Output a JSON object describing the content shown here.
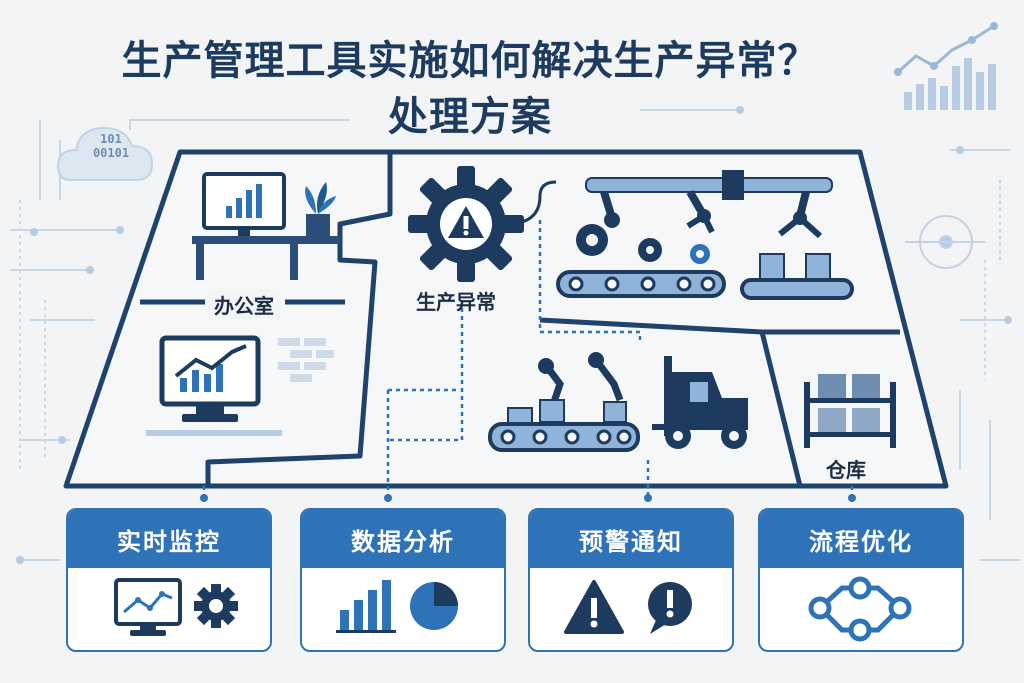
{
  "title": {
    "line1": "生产管理工具实施如何解决生产异常？",
    "line2": "处理方案"
  },
  "cloud_text": {
    "row1": "101",
    "row2": "00101"
  },
  "zones": {
    "office": "办公室",
    "production_exception": "生产异常",
    "warehouse": "仓库"
  },
  "cards": [
    {
      "label": "实时监控",
      "icons": [
        "monitor-chart-icon",
        "gear-icon"
      ]
    },
    {
      "label": "数据分析",
      "icons": [
        "bar-chart-icon",
        "pie-chart-icon"
      ]
    },
    {
      "label": "预警通知",
      "icons": [
        "warning-triangle-icon",
        "alert-bubble-icon"
      ]
    },
    {
      "label": "流程优化",
      "icons": [
        "process-flow-icon"
      ]
    }
  ],
  "colors": {
    "navy": "#1d3a5f",
    "blue": "#2e73b8",
    "light_blue": "#8fb3d9",
    "background": "#f3f4f5"
  }
}
